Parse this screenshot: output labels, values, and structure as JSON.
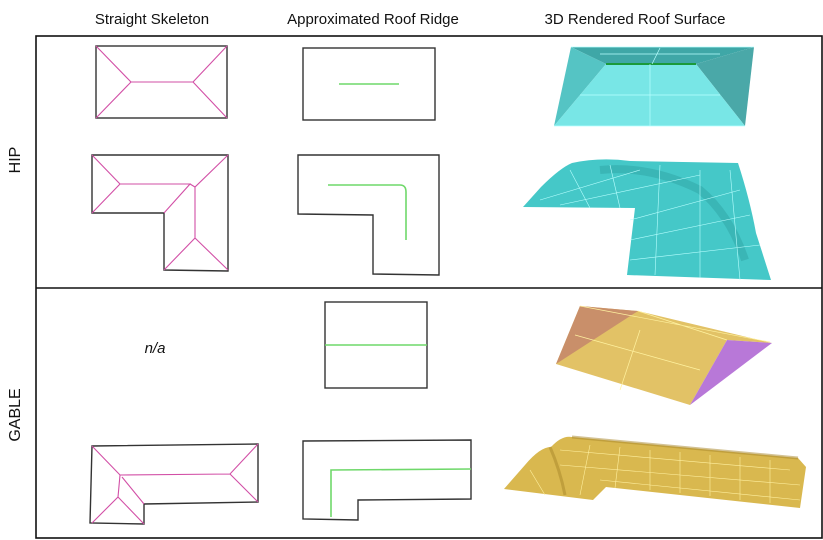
{
  "headers": {
    "col1": "Straight Skeleton",
    "col2": "Approximated Roof Ridge",
    "col3": "3D Rendered Roof Surface"
  },
  "rows": {
    "hip": "HIP",
    "gable": "GABLE"
  },
  "gable_skeleton_simple": "n/a",
  "colors": {
    "skeleton": "#d24fa6",
    "ridge": "#6fd86a",
    "hip_surface": "#5fe0e0",
    "gable_surface": "#e0c060",
    "gable_end": "#b878d8"
  }
}
